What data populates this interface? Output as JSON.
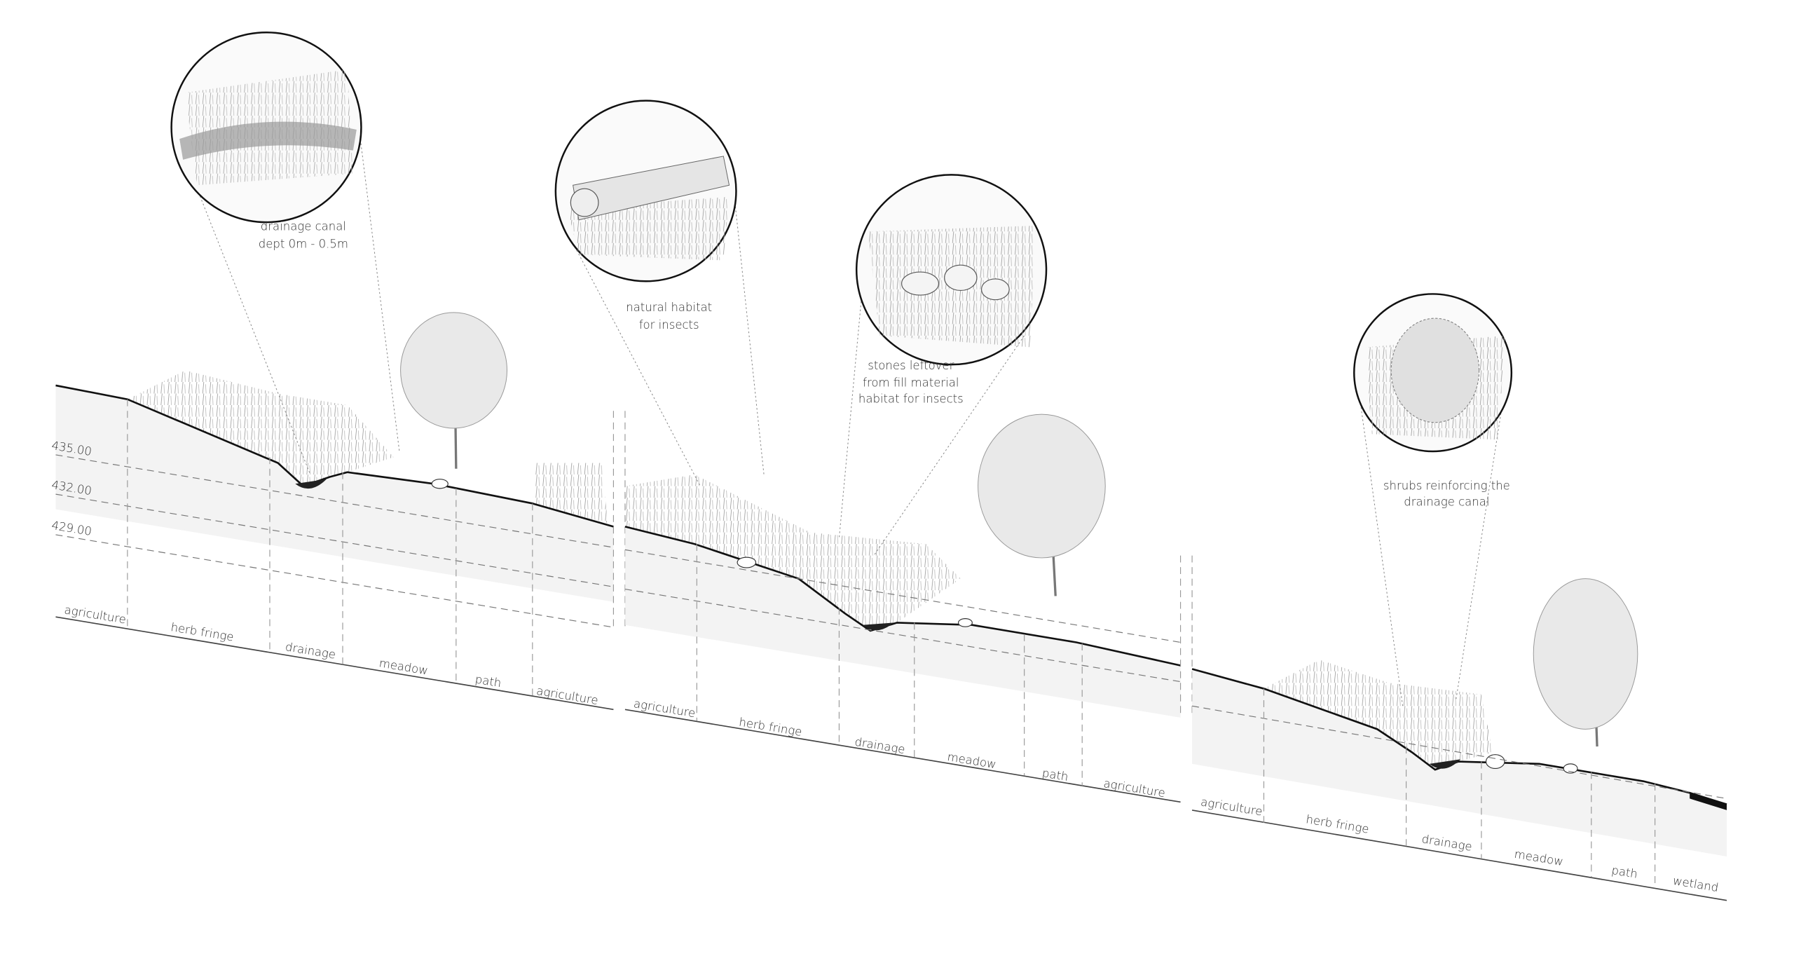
{
  "elevations": [
    "435.00",
    "432.00",
    "429.00"
  ],
  "panels": [
    {
      "zones": [
        "agriculture",
        "herb fringe",
        "drainage",
        "meadow",
        "path",
        "agriculture"
      ]
    },
    {
      "zones": [
        "agriculture",
        "herb fringe",
        "drainage",
        "meadow",
        "path",
        "agriculture"
      ]
    },
    {
      "zones": [
        "agriculture",
        "herb fringe",
        "drainage",
        "meadow",
        "path",
        "wetland"
      ]
    }
  ],
  "callouts": [
    {
      "lines": [
        "drainage canal",
        "dept 0m - 0.5m"
      ]
    },
    {
      "lines": [
        "natural habitat",
        "for insects"
      ]
    },
    {
      "lines": [
        "stones leftover",
        "from fill material",
        "habitat for insects"
      ]
    },
    {
      "lines": [
        "shrubs reinforcing the",
        "drainage canal"
      ]
    }
  ]
}
